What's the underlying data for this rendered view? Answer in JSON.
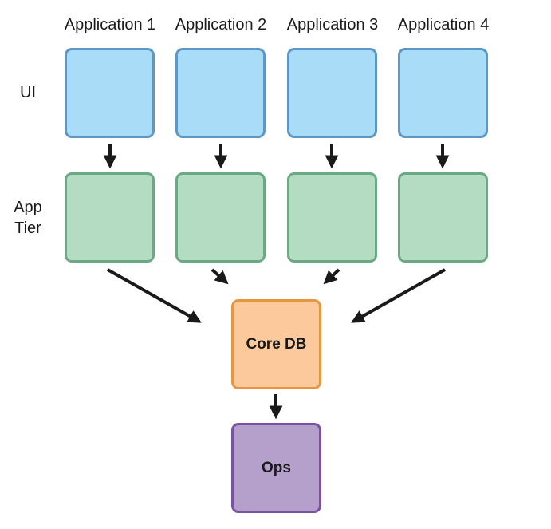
{
  "applications": [
    {
      "title": "Application 1"
    },
    {
      "title": "Application 2"
    },
    {
      "title": "Application 3"
    },
    {
      "title": "Application 4"
    }
  ],
  "rows": {
    "ui_label": "UI",
    "app_tier_label_line1": "App",
    "app_tier_label_line2": "Tier"
  },
  "core_db": {
    "label": "Core DB"
  },
  "ops": {
    "label": "Ops"
  },
  "colors": {
    "ui_fill": "#a8dcf7",
    "ui_border": "#5d97c5",
    "app_fill": "#b3dcc2",
    "app_border": "#6ba985",
    "core_fill": "#fcc99c",
    "core_border": "#e6963f",
    "ops_fill": "#b59fcb",
    "ops_border": "#7853a3",
    "arrow": "#1a1a1a"
  }
}
